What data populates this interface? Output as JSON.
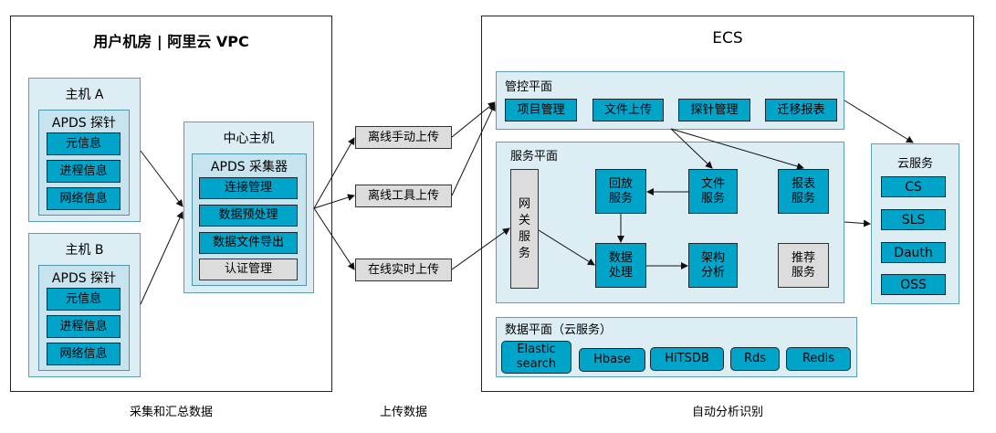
{
  "left": {
    "title": "用户机房 | 阿里云 VPC",
    "host_a": {
      "title": "主机 A",
      "probe": "APDS 探针",
      "items": [
        "元信息",
        "进程信息",
        "网络信息"
      ]
    },
    "host_b": {
      "title": "主机 B",
      "probe": "APDS 探针",
      "items": [
        "元信息",
        "进程信息",
        "网络信息"
      ]
    },
    "center_host": {
      "title": "中心主机",
      "collector": "APDS 采集器",
      "items": [
        "连接管理",
        "数据预处理",
        "数据文件导出",
        "认证管理"
      ]
    }
  },
  "upload": {
    "methods": [
      "离线手动上传",
      "离线工具上传",
      "在线实时上传"
    ]
  },
  "ecs": {
    "title": "ECS",
    "control_plane": {
      "title": "管控平面",
      "items": [
        "项目管理",
        "文件上传",
        "探针管理",
        "迁移报表"
      ]
    },
    "service_plane": {
      "title": "服务平面",
      "gateway": "网\n关\n服\n务",
      "playback": "回放\n服务",
      "file_service": "文件\n服务",
      "report_service": "报表\n服务",
      "data_processing": "数据\n处理",
      "arch_analysis": "架构\n分析",
      "recommend": "推荐\n服务"
    },
    "data_plane": {
      "title": "数据平面（云服务）",
      "items": [
        "Elastic\nsearch",
        "Hbase",
        "HiTSDB",
        "Rds",
        "Redis"
      ]
    },
    "cloud_services": {
      "title": "云服务",
      "items": [
        "CS",
        "SLS",
        "Dauth",
        "OSS"
      ]
    }
  },
  "captions": {
    "left": "采集和汇总数据",
    "middle": "上传数据",
    "right": "自动分析识别"
  },
  "colors": {
    "chip": "#00a4c9",
    "panel": "#dcedf3",
    "inner": "#c6e3ee",
    "grey": "#dcdcdc"
  }
}
